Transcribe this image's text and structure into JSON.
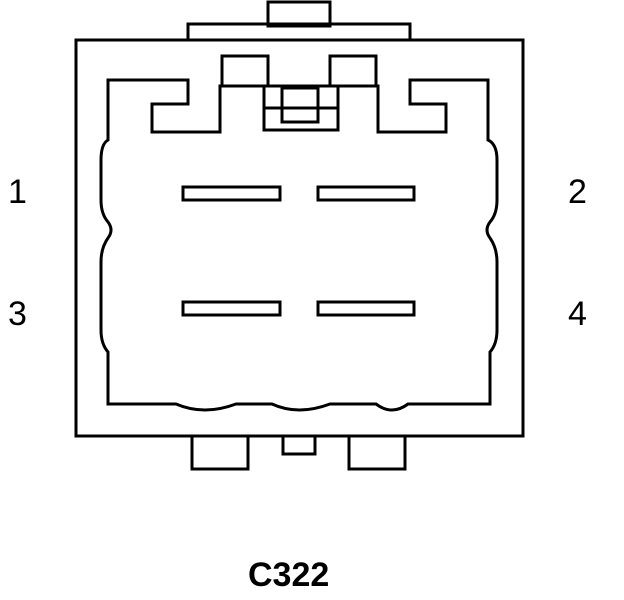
{
  "connector": {
    "id": "C322",
    "pins": [
      {
        "label": "1"
      },
      {
        "label": "2"
      },
      {
        "label": "3"
      },
      {
        "label": "4"
      }
    ]
  },
  "colors": {
    "stroke": "#000000",
    "background": "#ffffff"
  }
}
